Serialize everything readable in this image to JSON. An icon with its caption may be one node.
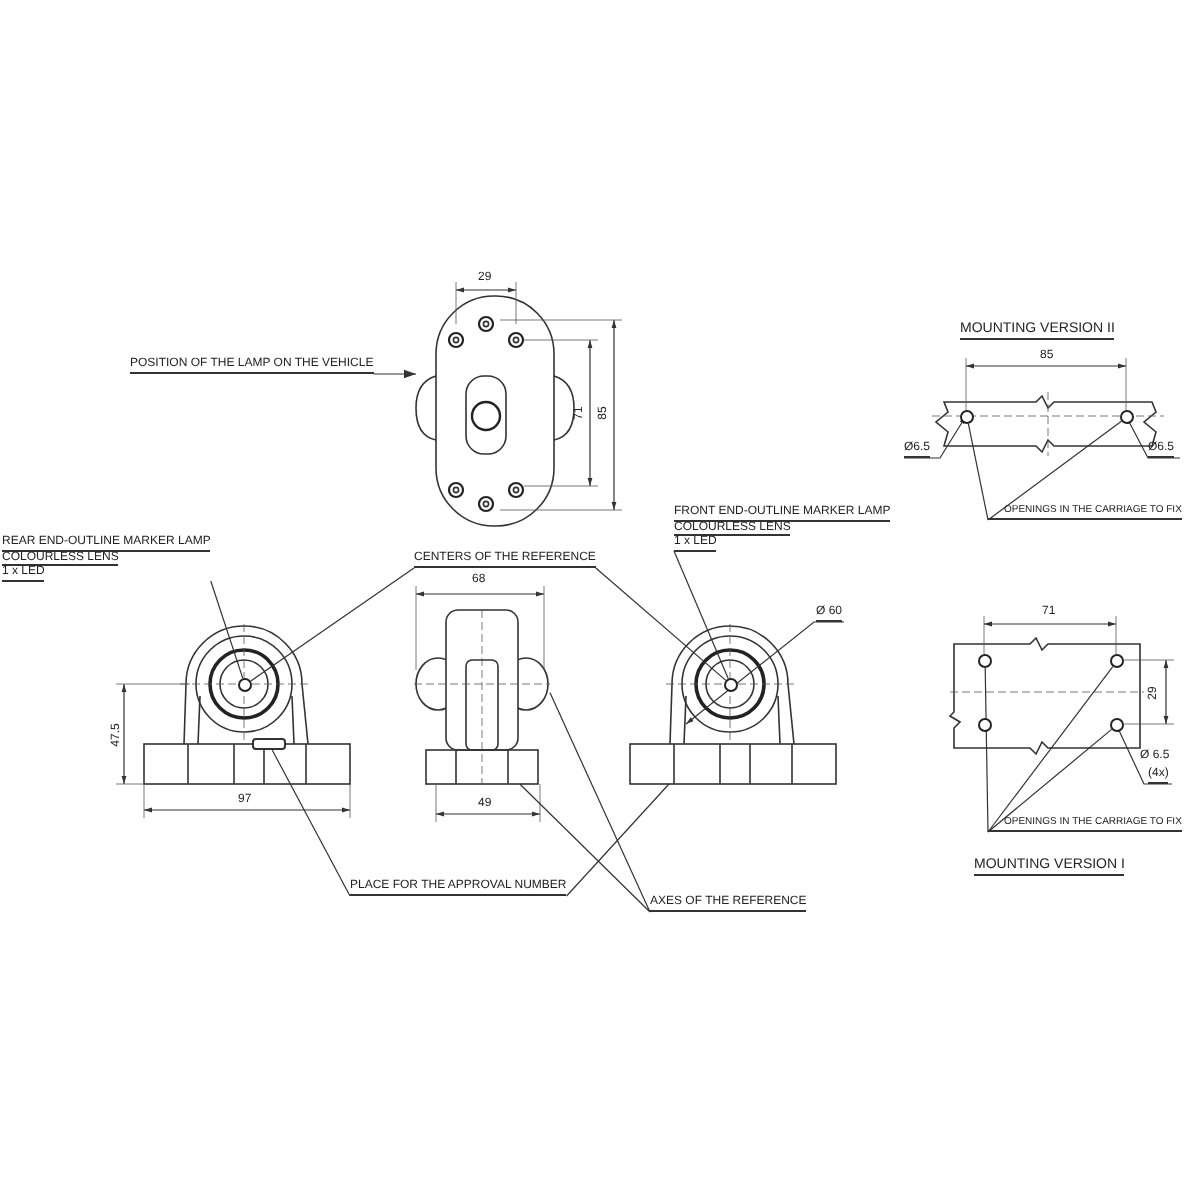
{
  "diagram": {
    "nodes": [
      {
        "text": [
          "POSITION OF THE LAMP ON THE VEHICLE"
        ]
      },
      {
        "text": [],
        "shape": "picture"
      },
      {
        "text": [
          "REAR END-OUTLINE MARKER LAMP",
          "COLOURLESS LENS",
          "1 x LED"
        ]
      },
      {
        "text": [],
        "shape": "picture"
      },
      {
        "text": [],
        "shape": "box",
        "in": 3
      },
      {
        "text": [],
        "shape": "circle",
        "in": 3
      },
      {
        "text": [
          "CENTERS OF THE REFERENCE"
        ]
      },
      {
        "text": [],
        "shape": "picture"
      },
      {
        "text": [
          "FRONT END-OUTLINE MARKER LAMP",
          "COLOURLESS LENS",
          "1 x LED"
        ]
      },
      {
        "text": [],
        "shape": "picture"
      },
      {
        "text": [],
        "shape": "circle",
        "in": 9
      },
      {
        "text": [
          "PLACE FOR THE APPROVAL NUMBER"
        ]
      },
      {
        "text": [
          "AXES OF THE REFERENCE"
        ]
      },
      {
        "text": [],
        "shape": "picture"
      },
      {
        "text": [],
        "shape": "circle",
        "in": 13
      },
      {
        "text": [],
        "shape": "circle",
        "in": 13
      },
      {
        "text": [
          "OPENINGS IN THE CARRIAGE TO FIX"
        ]
      },
      {
        "text": [],
        "shape": "picture"
      },
      {
        "text": [],
        "shape": "circle",
        "in": 17
      },
      {
        "text": [],
        "shape": "circle",
        "in": 17
      },
      {
        "text": [],
        "shape": "circle",
        "in": 17
      },
      {
        "text": [],
        "shape": "circle",
        "in": 17
      },
      {
        "text": [
          "OPENINGS IN THE CARRIAGE TO FIX"
        ]
      }
    ],
    "edges": [
      {
        "from": 0,
        "to": 1,
        "arrow": "to"
      },
      {
        "from": 2,
        "to": 5,
        "arrow": "none"
      },
      {
        "from": 6,
        "to": 5,
        "arrow": "none"
      },
      {
        "from": 6,
        "to": 10,
        "arrow": "none"
      },
      {
        "from": 8,
        "to": 10,
        "arrow": "none"
      },
      {
        "from": 11,
        "to": 4,
        "arrow": "none"
      },
      {
        "from": 11,
        "to": 9,
        "arrow": "none"
      },
      {
        "from": 12,
        "to": 7,
        "arrow": "none"
      },
      {
        "from": 12,
        "to": 7,
        "arrow": "none"
      },
      {
        "from": 16,
        "to": 14,
        "arrow": "none"
      },
      {
        "from": 16,
        "to": 15,
        "arrow": "none"
      },
      {
        "from": 22,
        "to": 18,
        "arrow": "none"
      },
      {
        "from": 22,
        "to": 19,
        "arrow": "none"
      },
      {
        "from": 22,
        "to": 21,
        "arrow": "none"
      }
    ],
    "labels": [
      "29",
      "71",
      "85",
      "68",
      "47.5",
      "Ø 60",
      "97",
      "49",
      "MOUNTING VERSION II",
      "85",
      "Ø6.5",
      "Ø6.5",
      "71",
      "29",
      "Ø 6.5",
      "(4x)",
      "MOUNTING VERSION I"
    ]
  }
}
